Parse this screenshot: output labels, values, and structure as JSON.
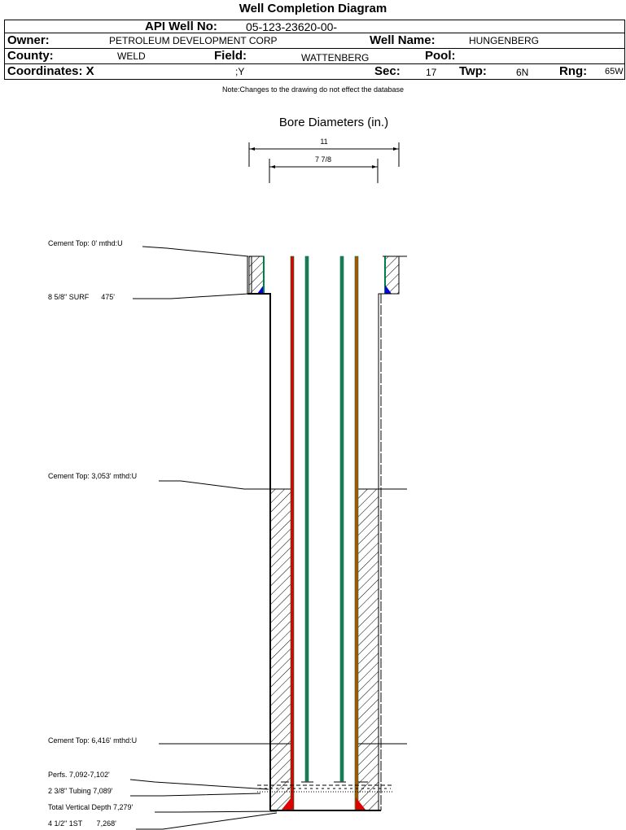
{
  "title": "Well Completion Diagram",
  "header": {
    "api_label": "API Well No:",
    "api_value": "05-123-23620-00-",
    "owner_label": "Owner:",
    "owner_value": "PETROLEUM DEVELOPMENT CORP",
    "well_name_label": "Well Name:",
    "well_name_value": "HUNGENBERG",
    "county_label": "County:",
    "county_value": "WELD",
    "field_label": "Field:",
    "field_value": "WATTENBERG",
    "pool_label": "Pool:",
    "pool_value": "",
    "coords_label": "Coordinates: X",
    "coords_y": ";Y",
    "sec_label": "Sec:",
    "sec_value": "17",
    "twp_label": "Twp:",
    "twp_value": "6N",
    "rng_label": "Rng:",
    "rng_value": "65W"
  },
  "note": "Note:Changes to the drawing do not effect the database",
  "bore": {
    "title": "Bore Diameters (in.)",
    "outer_diameter": "11",
    "inner_diameter": "7 7/8"
  },
  "annotations": [
    {
      "text": "Cement Top: 0' mthd:U",
      "depth_ft": 0
    },
    {
      "text": "8 5/8\" SURF      475'",
      "depth_ft": 475
    },
    {
      "text": "Cement Top: 3,053' mthd:U",
      "depth_ft": 3053
    },
    {
      "text": "Cement Top: 6,416' mthd:U",
      "depth_ft": 6416
    },
    {
      "text": "Perfs. 7,092-7,102'",
      "depth_ft": 7092
    },
    {
      "text": "2 3/8\" Tubing 7,089'",
      "depth_ft": 7089
    },
    {
      "text": "Total Vertical Depth 7,279'",
      "depth_ft": 7279
    },
    {
      "text": "4 1/2\" 1ST       7,268'",
      "depth_ft": 7268
    }
  ],
  "colors": {
    "casing_red": "#e00000",
    "casing_green": "#008040",
    "tubing_green": "#008040",
    "tubing_core": "#1a7a5a",
    "production_brown": "#b05000",
    "shoe_blue": "#0000e0",
    "shoe_red": "#e00000"
  }
}
